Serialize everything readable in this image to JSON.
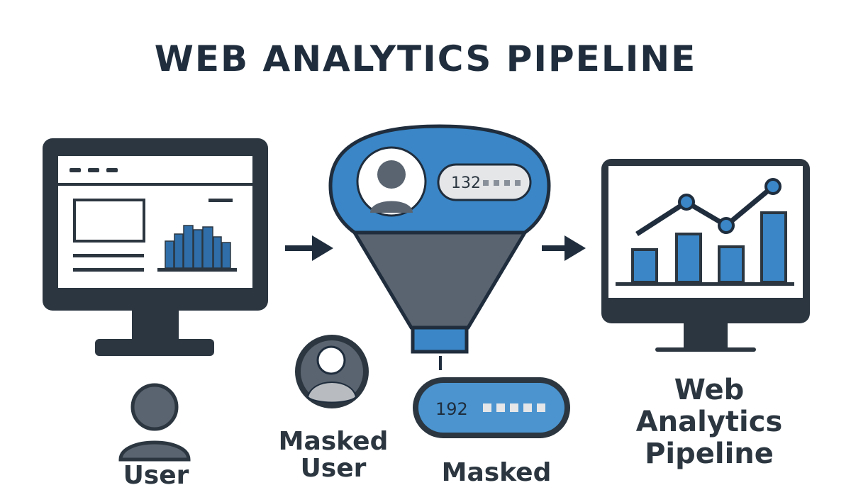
{
  "title": "WEB ANALYTICS PIPELINE",
  "stages": {
    "user": {
      "label": "User"
    },
    "masked_user": {
      "label": "Masked\nUser"
    },
    "funnel": {
      "ip_in": "132"
    },
    "masked_ip": {
      "ip_out": "192",
      "label": "Masked"
    },
    "result": {
      "label": "Web\nAnalytics\nPipeline"
    }
  },
  "colors": {
    "dark": "#2b3640",
    "slate": "#5a6470",
    "blue": "#3a86c6",
    "light_blue": "#4b94cf",
    "pill_gray": "#e4e6e8",
    "bar_blue": "#2f6ea8"
  }
}
